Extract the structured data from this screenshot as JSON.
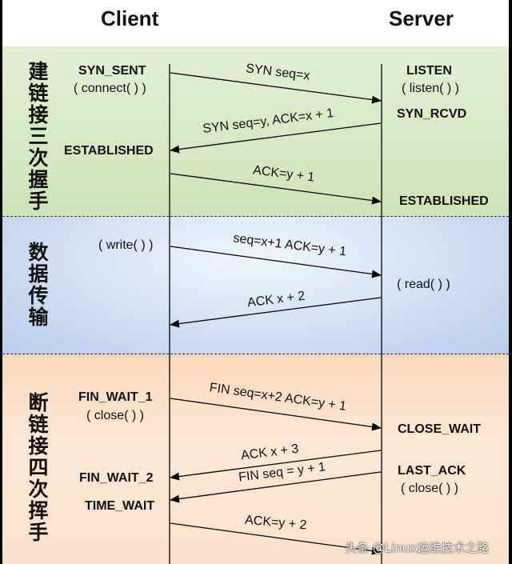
{
  "header": {
    "client": "Client",
    "server": "Server"
  },
  "phases": [
    {
      "title": "建链接三次握手"
    },
    {
      "title": "数据传输"
    },
    {
      "title": "断链接四次挥手"
    }
  ],
  "client_states": {
    "syn_sent": "SYN_SENT",
    "connect": "( connect( ) )",
    "established": "ESTABLISHED",
    "write": "( write( ) )",
    "fin_wait_1": "FIN_WAIT_1",
    "close": "( close( ) )",
    "fin_wait_2": "FIN_WAIT_2",
    "time_wait": "TIME_WAIT"
  },
  "server_states": {
    "listen": "LISTEN",
    "listen_call": "( listen( ) )",
    "syn_rcvd": "SYN_RCVD",
    "established": "ESTABLISHED",
    "read": "( read( ) )",
    "close_wait": "CLOSE_WAIT",
    "last_ack": "LAST_ACK",
    "close": "( close( ) )"
  },
  "messages": [
    {
      "label": "SYN seq=x",
      "direction": "client-to-server"
    },
    {
      "label": "SYN seq=y, ACK=x + 1",
      "direction": "server-to-client"
    },
    {
      "label": "ACK=y + 1",
      "direction": "client-to-server"
    },
    {
      "label": "seq=x+1 ACK=y + 1",
      "direction": "client-to-server"
    },
    {
      "label": "ACK x + 2",
      "direction": "server-to-client"
    },
    {
      "label": "FIN seq=x+2 ACK=y + 1",
      "direction": "client-to-server"
    },
    {
      "label": "ACK x + 3",
      "direction": "server-to-client"
    },
    {
      "label": "FIN seq = y + 1",
      "direction": "server-to-client"
    },
    {
      "label": "ACK=y + 2",
      "direction": "client-to-server"
    }
  ],
  "watermark": "头条 @Linux运维技术之路"
}
